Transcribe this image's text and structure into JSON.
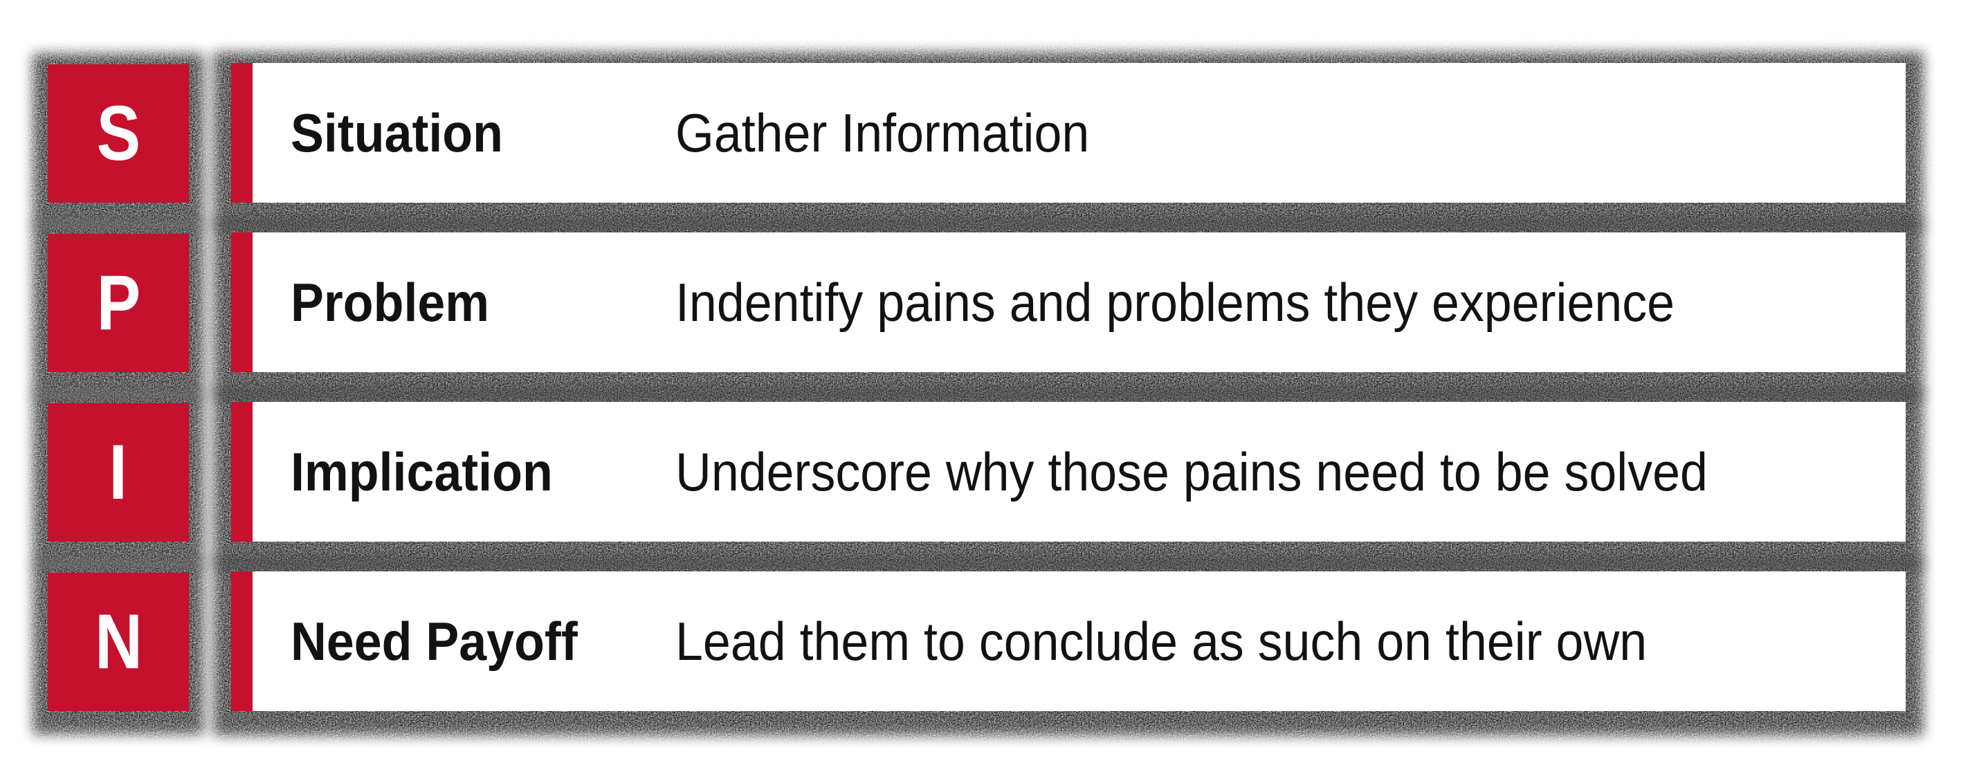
{
  "colors": {
    "accent_red": "#C5112E",
    "text": "#121212",
    "card_background": "#FFFFFF",
    "shadow": "#000000"
  },
  "rows": [
    {
      "letter": "S",
      "label": "Situation",
      "description": "Gather Information"
    },
    {
      "letter": "P",
      "label": "Problem",
      "description": "Indentify pains and problems they experience"
    },
    {
      "letter": "I",
      "label": "Implication",
      "description": "Underscore why those pains need to be solved"
    },
    {
      "letter": "N",
      "label": "Need Payoff",
      "description": "Lead them to conclude as such on their own"
    }
  ]
}
